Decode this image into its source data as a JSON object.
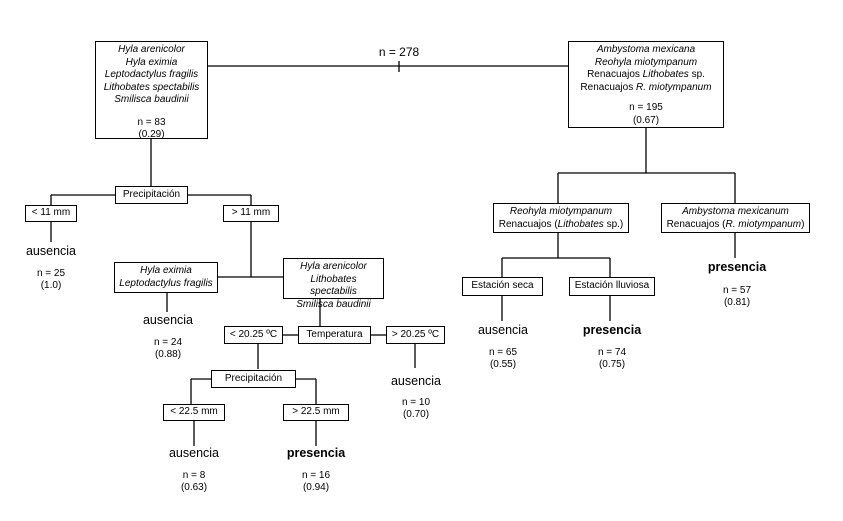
{
  "root": {
    "n": "n = 278"
  },
  "left_group": {
    "species": [
      "Hyla arenicolor",
      "Hyla eximia",
      "Leptodactylus fragilis",
      "Lithobates spectabilis",
      "Smilisca baudinii"
    ],
    "n": "n = 83",
    "p": "(0.29)"
  },
  "right_group": {
    "line1": "Ambystoma mexicana",
    "line2": "Reohyla miotympanum",
    "line3_prefix": "Renacuajos ",
    "line3_italic": "Lithobates",
    "line3_suffix": " sp.",
    "line4_prefix": "Renacuajos ",
    "line4_italic": "R. miotympanum",
    "n": "n = 195",
    "p": "(0.67)"
  },
  "precip1": {
    "label": "Precipitación",
    "low": "< 11 mm",
    "high": "> 11 mm",
    "low_outcome": {
      "label": "ausencia",
      "n": "n = 25",
      "p": "(1.0)"
    }
  },
  "eximia_box": {
    "species": [
      "Hyla eximia",
      "Leptodactylus fragilis"
    ],
    "outcome": {
      "label": "ausencia",
      "n": "n = 24",
      "p": "(0.88)"
    }
  },
  "arenicolor_box": {
    "species": [
      "Hyla arenicolor",
      "Lithobates spectabilis",
      "Smilisca baudinii"
    ]
  },
  "temperatura": {
    "label": "Temperatura",
    "low": "< 20.25 ºC",
    "high": "> 20.25 ºC",
    "high_outcome": {
      "label": "ausencia",
      "n": "n = 10",
      "p": "(0.70)"
    }
  },
  "precip2": {
    "label": "Precipitación",
    "low": "< 22.5 mm",
    "high": "> 22.5 mm",
    "low_outcome": {
      "label": "ausencia",
      "n": "n = 8",
      "p": "(0.63)"
    },
    "high_outcome": {
      "label": "presencia",
      "n": "n = 16",
      "p": "(0.94)"
    }
  },
  "reohyla_box": {
    "line1": "Reohyla miotympanum",
    "line2_prefix": "Renacuajos (",
    "line2_italic": "Lithobates",
    "line2_suffix": " sp.)"
  },
  "season": {
    "dry": "Estación seca",
    "wet": "Estación lluviosa",
    "dry_outcome": {
      "label": "ausencia",
      "n": "n = 65",
      "p": "(0.55)"
    },
    "wet_outcome": {
      "label": "presencia",
      "n": "n = 74",
      "p": "(0.75)"
    }
  },
  "ambystoma_box": {
    "line1": "Ambystoma mexicanum",
    "line2_prefix": "Renacuajos (",
    "line2_italic": "R. miotympanum",
    "line2_suffix": ")",
    "outcome": {
      "label": "presencia",
      "n": "n = 57",
      "p": "(0.81)"
    }
  }
}
